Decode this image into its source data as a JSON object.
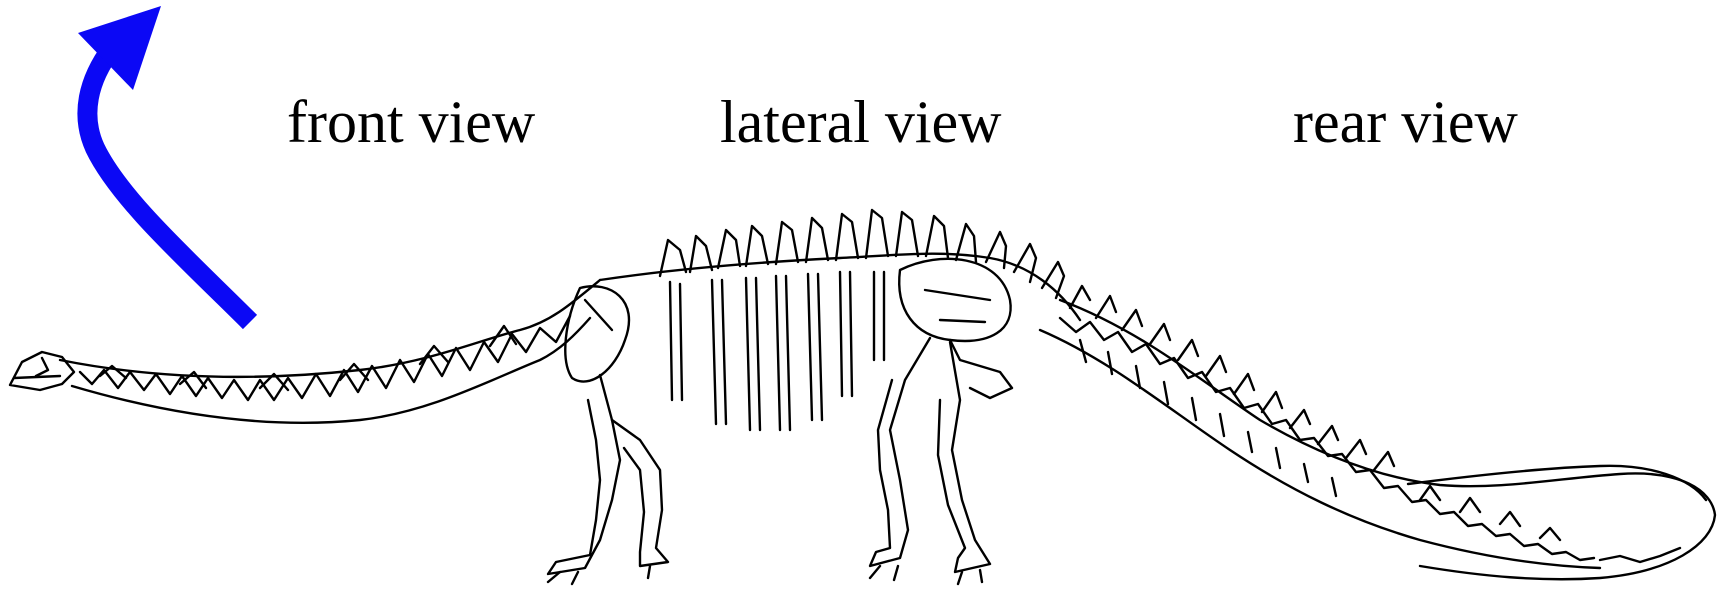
{
  "labels": {
    "front": "front view",
    "lateral": "lateral view",
    "rear": "rear view"
  },
  "colors": {
    "arrow": "#0b08f5",
    "skeleton": "#000000",
    "background": "#ffffff"
  },
  "icons": {
    "arrow": "curved-arrow-icon",
    "skeleton": "sauropod-skeleton-icon"
  }
}
